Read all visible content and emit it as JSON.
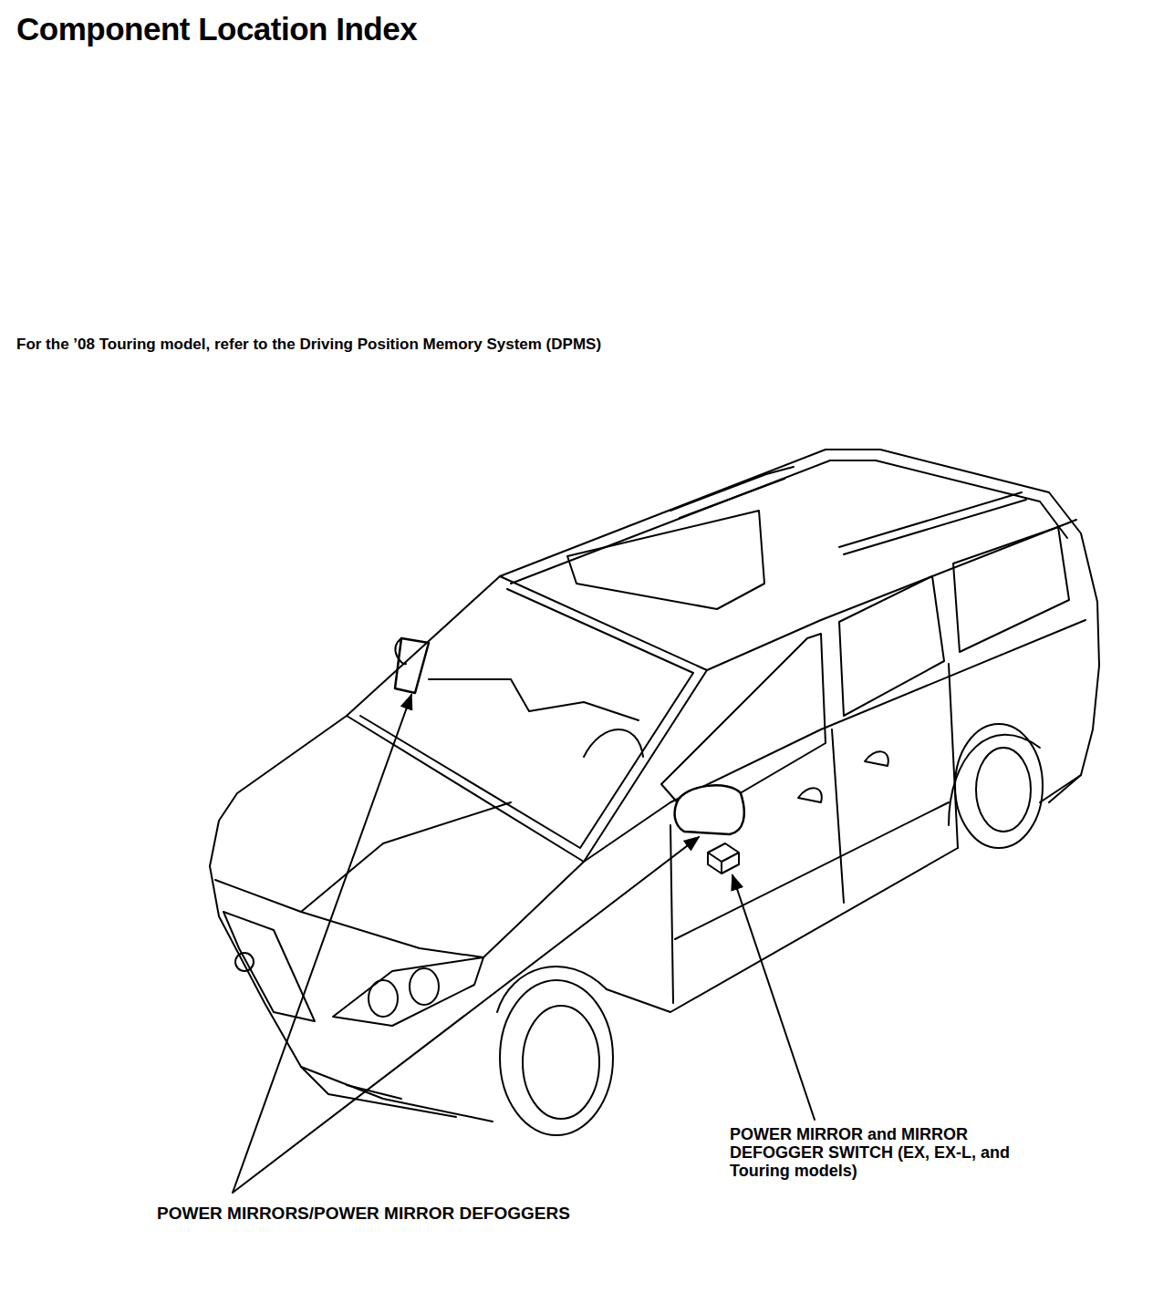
{
  "diagram": {
    "title": "Component Location Index",
    "labels": [
      "For the ’08 Touring model, refer to the Driving Position Memory System (DPMS)",
      "POWER MIRROR and MIRROR DEFOGGER SWITCH (EX, EX-L, and Touring models)",
      "POWER MIRRORS/POWER MIRROR DEFOGGERS"
    ]
  }
}
